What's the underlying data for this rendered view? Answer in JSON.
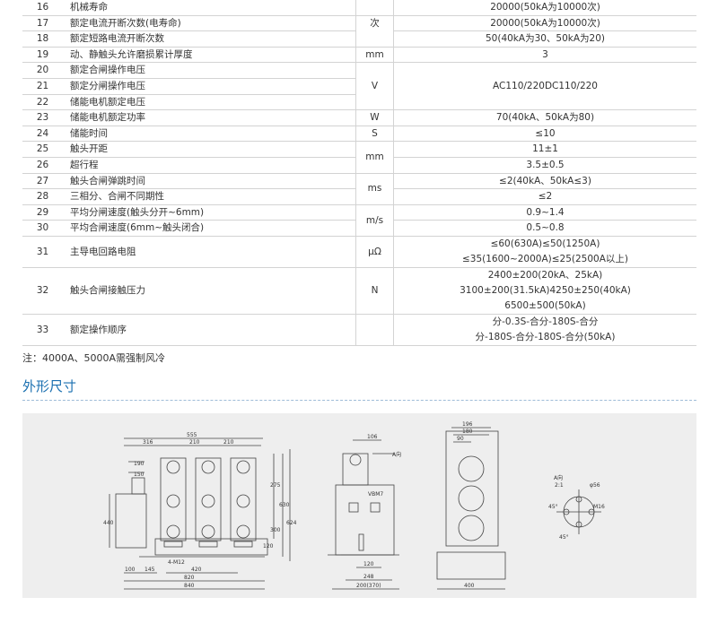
{
  "spec_rows": [
    {
      "no": "16",
      "name": "机械寿命",
      "values": [
        "20000(50kA为10000次)"
      ]
    },
    {
      "no": "17",
      "name": "额定电流开断次数(电寿命)",
      "values": [
        "20000(50kA为10000次)"
      ]
    },
    {
      "no": "18",
      "name": "额定短路电流开断次数",
      "values": [
        "50(40kA为30、50kA为20)"
      ]
    },
    {
      "no": "19",
      "name": "动、静触头允许磨损累计厚度",
      "values": [
        "3"
      ]
    },
    {
      "no": "20",
      "name": "额定合闸操作电压",
      "values": []
    },
    {
      "no": "21",
      "name": "额定分闸操作电压",
      "values": [
        "AC110/220DC110/220"
      ]
    },
    {
      "no": "22",
      "name": "储能电机额定电压",
      "values": []
    },
    {
      "no": "23",
      "name": "储能电机额定功率",
      "values": [
        "70(40kA、50kA为80)"
      ]
    },
    {
      "no": "24",
      "name": "储能时间",
      "values": [
        "≤10"
      ]
    },
    {
      "no": "25",
      "name": "触头开距",
      "values": [
        "11±1"
      ]
    },
    {
      "no": "26",
      "name": "超行程",
      "values": [
        "3.5±0.5"
      ]
    },
    {
      "no": "27",
      "name": "触头合闸弹跳时间",
      "values": [
        "≤2(40kA、50kA≤3)"
      ]
    },
    {
      "no": "28",
      "name": "三相分、合闸不同期性",
      "values": [
        "≤2"
      ]
    },
    {
      "no": "29",
      "name": "平均分闸速度(触头分开~6mm)",
      "values": [
        "0.9~1.4"
      ]
    },
    {
      "no": "30",
      "name": "平均合闸速度(6mm~触头闭合)",
      "values": [
        "0.5~0.8"
      ]
    },
    {
      "no": "31",
      "name": "主导电回路电阻",
      "values": [
        "≤60(630A)≤50(1250A)",
        "≤35(1600~2000A)≤25(2500A以上)"
      ]
    },
    {
      "no": "32",
      "name": "触头合闸接触压力",
      "values": [
        "2400±200(20kA、25kA)",
        "3100±200(31.5kA)4250±250(40kA)",
        "6500±500(50kA)"
      ]
    },
    {
      "no": "33",
      "name": "额定操作顺序",
      "values": [
        "分-0.3S-合分-180S-合分",
        "分-180S-合分-180S-合分(50kA)"
      ]
    }
  ],
  "units": {
    "ci": "次",
    "mm": "mm",
    "v": "V",
    "w": "W",
    "s": "S",
    "mm2": "mm",
    "ms": "ms",
    "ms2": "m/s",
    "ohm": "μΩ",
    "n": "N"
  },
  "note": "注：4000A、5000A需强制风冷",
  "section_title": "外形尺寸",
  "dims": {
    "d555": "555",
    "d316": "316",
    "d210a": "210",
    "d210b": "210",
    "d190": "190",
    "d150": "150",
    "d440": "440",
    "d275": "275",
    "d630": "630",
    "d624": "624",
    "d300": "300",
    "d120": "120",
    "d100": "100",
    "d145": "145",
    "d420": "420",
    "d820": "820",
    "d840": "840",
    "d4m12": "4-M12",
    "d106": "106",
    "view_a": "A向",
    "model": "VBM7",
    "d120b": "120",
    "d248": "248",
    "d200_370": "200(370)",
    "d196": "196",
    "d180": "180",
    "d90": "90",
    "d400": "400",
    "detail_a": "A向",
    "scale": "2:1",
    "d56": "φ56",
    "d45a": "45°",
    "d45b": "45°",
    "m16": "M16"
  }
}
